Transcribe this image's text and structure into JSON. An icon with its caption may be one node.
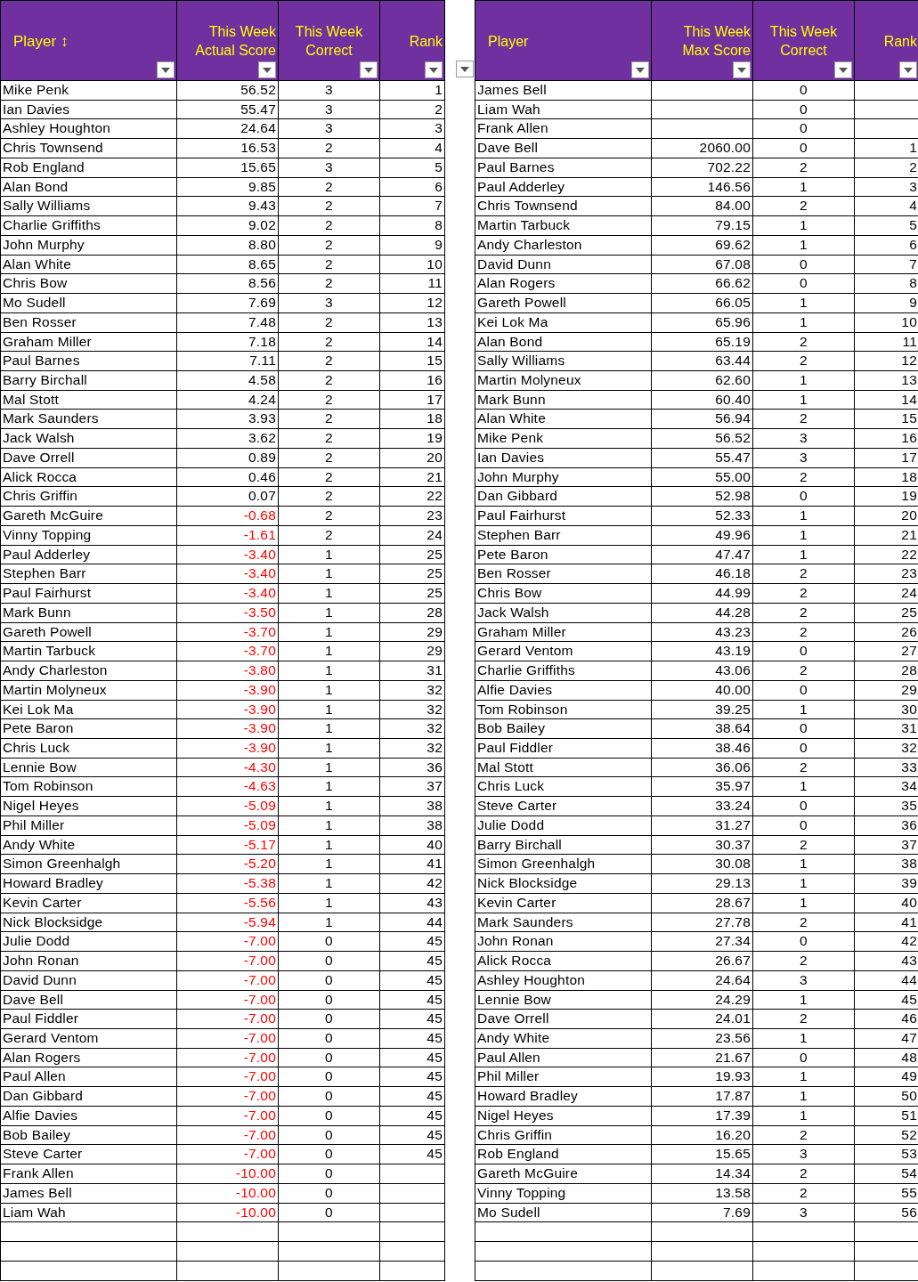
{
  "diagram": {
    "labels": [
      "Player ↕",
      "This Week Actual Score",
      "This Week Correct",
      "Rank",
      "Mike Penk",
      "56.52",
      "3",
      "1",
      "Ian Davies",
      "55.47",
      "3",
      "2",
      "Ashley Houghton",
      "24.64",
      "3",
      "3",
      "Chris Townsend",
      "16.53",
      "2",
      "4",
      "Rob England",
      "15.65",
      "3",
      "5",
      "Alan Bond",
      "9.85",
      "2",
      "6",
      "Sally Williams",
      "9.43",
      "2",
      "7",
      "Charlie Griffiths",
      "9.02",
      "2",
      "8",
      "John Murphy",
      "8.80",
      "2",
      "9",
      "Alan White",
      "8.65",
      "2",
      "10",
      "Chris Bow",
      "8.56",
      "2",
      "11",
      "Mo Sudell",
      "7.69",
      "3",
      "12",
      "Ben Rosser",
      "7.48",
      "2",
      "13",
      "Graham Miller",
      "7.18",
      "2",
      "14",
      "Paul Barnes",
      "7.11",
      "2",
      "15",
      "Barry Birchall",
      "4.58",
      "2",
      "16",
      "Mal Stott",
      "4.24",
      "2",
      "17",
      "Mark Saunders",
      "3.93",
      "2",
      "18",
      "Jack Walsh",
      "3.62",
      "2",
      "19",
      "Dave Orrell",
      "0.89",
      "2",
      "20",
      "Alick Rocca",
      "0.46",
      "2",
      "21",
      "Chris Griffin",
      "0.07",
      "2",
      "22",
      "Gareth McGuire",
      "-0.68",
      "2",
      "23",
      "Vinny Topping",
      "-1.61",
      "2",
      "24",
      "Paul Adderley",
      "-3.40",
      "1",
      "25",
      "Stephen Barr",
      "-3.40",
      "1",
      "25",
      "Paul Fairhurst",
      "-3.40",
      "1",
      "25",
      "Mark Bunn",
      "-3.50",
      "1",
      "28",
      "Gareth Powell",
      "-3.70",
      "1",
      "29",
      "Martin Tarbuck",
      "-3.70",
      "1",
      "29",
      "Andy Charleston",
      "-3.80",
      "1",
      "31",
      "Martin Molyneux",
      "-3.90",
      "1",
      "32",
      "Kei Lok Ma",
      "-3.90",
      "1",
      "32",
      "Pete Baron",
      "-3.90",
      "1",
      "32",
      "Chris Luck",
      "-3.90",
      "1",
      "32",
      "Lennie Bow",
      "-4.30",
      "1",
      "36",
      "Tom Robinson",
      "-4.63",
      "1",
      "37",
      "Nigel Heyes",
      "-5.09",
      "1",
      "38",
      "Phil Miller",
      "-5.09",
      "1",
      "38",
      "Andy White",
      "-5.17",
      "1",
      "40",
      "Simon Greenhalgh",
      "-5.20",
      "1",
      "41",
      "Howard Bradley",
      "-5.38",
      "1",
      "42",
      "Kevin Carter",
      "-5.56",
      "1",
      "43",
      "Nick Blocksidge",
      "-5.94",
      "1",
      "44",
      "Julie Dodd",
      "-7.00",
      "0",
      "45",
      "John Ronan",
      "-7.00",
      "0",
      "45",
      "David Dunn",
      "-7.00",
      "0",
      "45",
      "Dave Bell",
      "-7.00",
      "0",
      "45",
      "Paul Fiddler",
      "-7.00",
      "0",
      "45",
      "Gerard Ventom",
      "-7.00",
      "0",
      "45",
      "Alan Rogers",
      "-7.00",
      "0",
      "45",
      "Paul Allen",
      "-7.00",
      "0",
      "45",
      "Dan Gibbard",
      "-7.00",
      "0",
      "45",
      "Alfie Davies",
      "-7.00",
      "0",
      "45",
      "Bob Bailey",
      "-7.00",
      "0",
      "45",
      "Steve Carter",
      "-7.00",
      "0",
      "45",
      "Frank Allen",
      "-10.00",
      "0",
      "James Bell",
      "-10.00",
      "0",
      "Liam Wah",
      "-10.00",
      "0",
      "Player",
      "This Week Max Score",
      "This Week Correct",
      "Rank",
      "James Bell",
      "0",
      "Liam Wah",
      "0",
      "Frank Allen",
      "0",
      "Dave Bell",
      "2060.00",
      "0",
      "1",
      "Paul Barnes",
      "702.22",
      "2",
      "2",
      "Paul Adderley",
      "146.56",
      "1",
      "3",
      "Chris Townsend",
      "84.00",
      "2",
      "4",
      "Martin Tarbuck",
      "79.15",
      "1",
      "5",
      "Andy Charleston",
      "69.62",
      "1",
      "6",
      "David Dunn",
      "67.08",
      "0",
      "7",
      "Alan Rogers",
      "66.62",
      "0",
      "8",
      "Gareth Powell",
      "66.05",
      "1",
      "9",
      "Kei Lok Ma",
      "65.96",
      "1",
      "10",
      "Alan Bond",
      "65.19",
      "2",
      "11",
      "Sally Williams",
      "63.44",
      "2",
      "12",
      "Martin Molyneux",
      "62.60",
      "1",
      "13",
      "Mark Bunn",
      "60.40",
      "1",
      "14",
      "Alan White",
      "56.94",
      "2",
      "15",
      "Mike Penk",
      "56.52",
      "3",
      "16",
      "Ian Davies",
      "55.47",
      "3",
      "17",
      "John Murphy",
      "55.00",
      "2",
      "18",
      "Dan Gibbard",
      "52.98",
      "0",
      "19",
      "Paul Fairhurst",
      "52.33",
      "1",
      "20",
      "Stephen Barr",
      "49.96",
      "1",
      "21",
      "Pete Baron",
      "47.47",
      "1",
      "22",
      "Ben Rosser",
      "46.18",
      "2",
      "23",
      "Chris Bow",
      "44.99",
      "2",
      "24",
      "Jack Walsh",
      "44.28",
      "2",
      "25",
      "Graham Miller",
      "43.23",
      "2",
      "26",
      "Gerard Ventom",
      "43.19",
      "0",
      "27",
      "Charlie Griffiths",
      "43.06",
      "2",
      "28",
      "Alfie Davies",
      "40.00",
      "0",
      "29",
      "Tom Robinson",
      "39.25",
      "1",
      "30",
      "Bob Bailey",
      "38.64",
      "0",
      "31",
      "Paul Fiddler",
      "38.46",
      "0",
      "32",
      "Mal Stott",
      "36.06",
      "2",
      "33",
      "Chris Luck",
      "35.97",
      "1",
      "34",
      "Steve Carter",
      "33.24",
      "0",
      "35",
      "Julie Dodd",
      "31.27",
      "0",
      "36",
      "Barry Birchall",
      "30.37",
      "2",
      "37",
      "Simon Greenhalgh",
      "30.08",
      "1",
      "38",
      "Nick Blocksidge",
      "29.13",
      "1",
      "39",
      "Kevin Carter",
      "28.67",
      "1",
      "40",
      "Mark Saunders",
      "27.78",
      "2",
      "41",
      "John Ronan",
      "27.34",
      "0",
      "42",
      "Alick Rocca",
      "26.67",
      "2",
      "43",
      "Ashley Houghton",
      "24.64",
      "3",
      "44",
      "Lennie Bow",
      "24.29",
      "1",
      "45",
      "Dave Orrell",
      "24.01",
      "2",
      "46",
      "Andy White",
      "23.56",
      "1",
      "47",
      "Paul Allen",
      "21.67",
      "0",
      "48",
      "Phil Miller",
      "19.93",
      "1",
      "49",
      "Howard Bradley",
      "17.87",
      "1",
      "50",
      "Nigel Heyes",
      "17.39",
      "1",
      "51",
      "Chris Griffin",
      "16.20",
      "2",
      "52",
      "Rob England",
      "15.65",
      "3",
      "53",
      "Gareth McGuire",
      "14.34",
      "2",
      "54",
      "Vinny Topping",
      "13.58",
      "2",
      "55",
      "Mo Sudell",
      "7.69",
      "3",
      "56"
    ]
  }
}
